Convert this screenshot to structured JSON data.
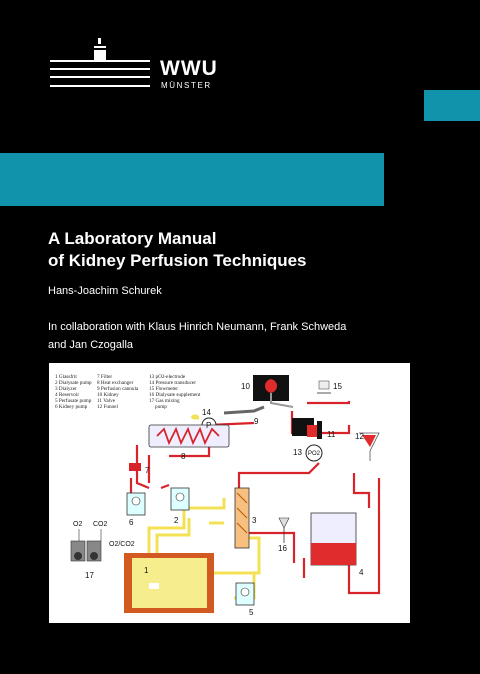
{
  "colors": {
    "accent": "#1193ac",
    "background": "#000000",
    "tube_red": "#d8232a",
    "tube_yellow": "#f3e055"
  },
  "logo": {
    "name": "WWU",
    "sub": "MÜNSTER"
  },
  "book": {
    "title_line1": "A Laboratory Manual",
    "title_line2": "of Kidney Perfusion Techniques",
    "author": "Hans-Joachim Schurek",
    "collab_line1": "In collaboration with Klaus Hinrich Neumann, Frank Schweda",
    "collab_line2": "and Jan Czogalla"
  },
  "figure": {
    "legend_col1": [
      "1 Glassfrit",
      "2 Dialysate pump",
      "3 Dialyzer",
      "4 Reservoir",
      "5 Perfusate pump",
      "6 Kidney pump"
    ],
    "legend_col2": [
      "7 Filter",
      "8 Heat exchanger",
      "9 Perfusion cannula",
      "10 Kidney",
      "11 Valve",
      "12 Funnel"
    ],
    "legend_col3": [
      "13 pO2-electrode",
      "14 Pressure transducer",
      "15 Flowmeter",
      "16 Dialysate supplement",
      "17 Gas mixing",
      "pump"
    ],
    "labels": {
      "n1": "1",
      "n2": "2",
      "n3": "3",
      "n4": "4",
      "n5": "5",
      "n6": "6",
      "n7": "7",
      "n8": "8",
      "n9": "9",
      "n10": "10",
      "n11": "11",
      "n12": "12",
      "n13": "13",
      "n14": "14",
      "n15": "15",
      "n16": "16",
      "n17": "17",
      "p": "P",
      "po2": "PO2",
      "o2": "O2",
      "co2": "CO2",
      "o2co2": "O2/CO2"
    }
  }
}
